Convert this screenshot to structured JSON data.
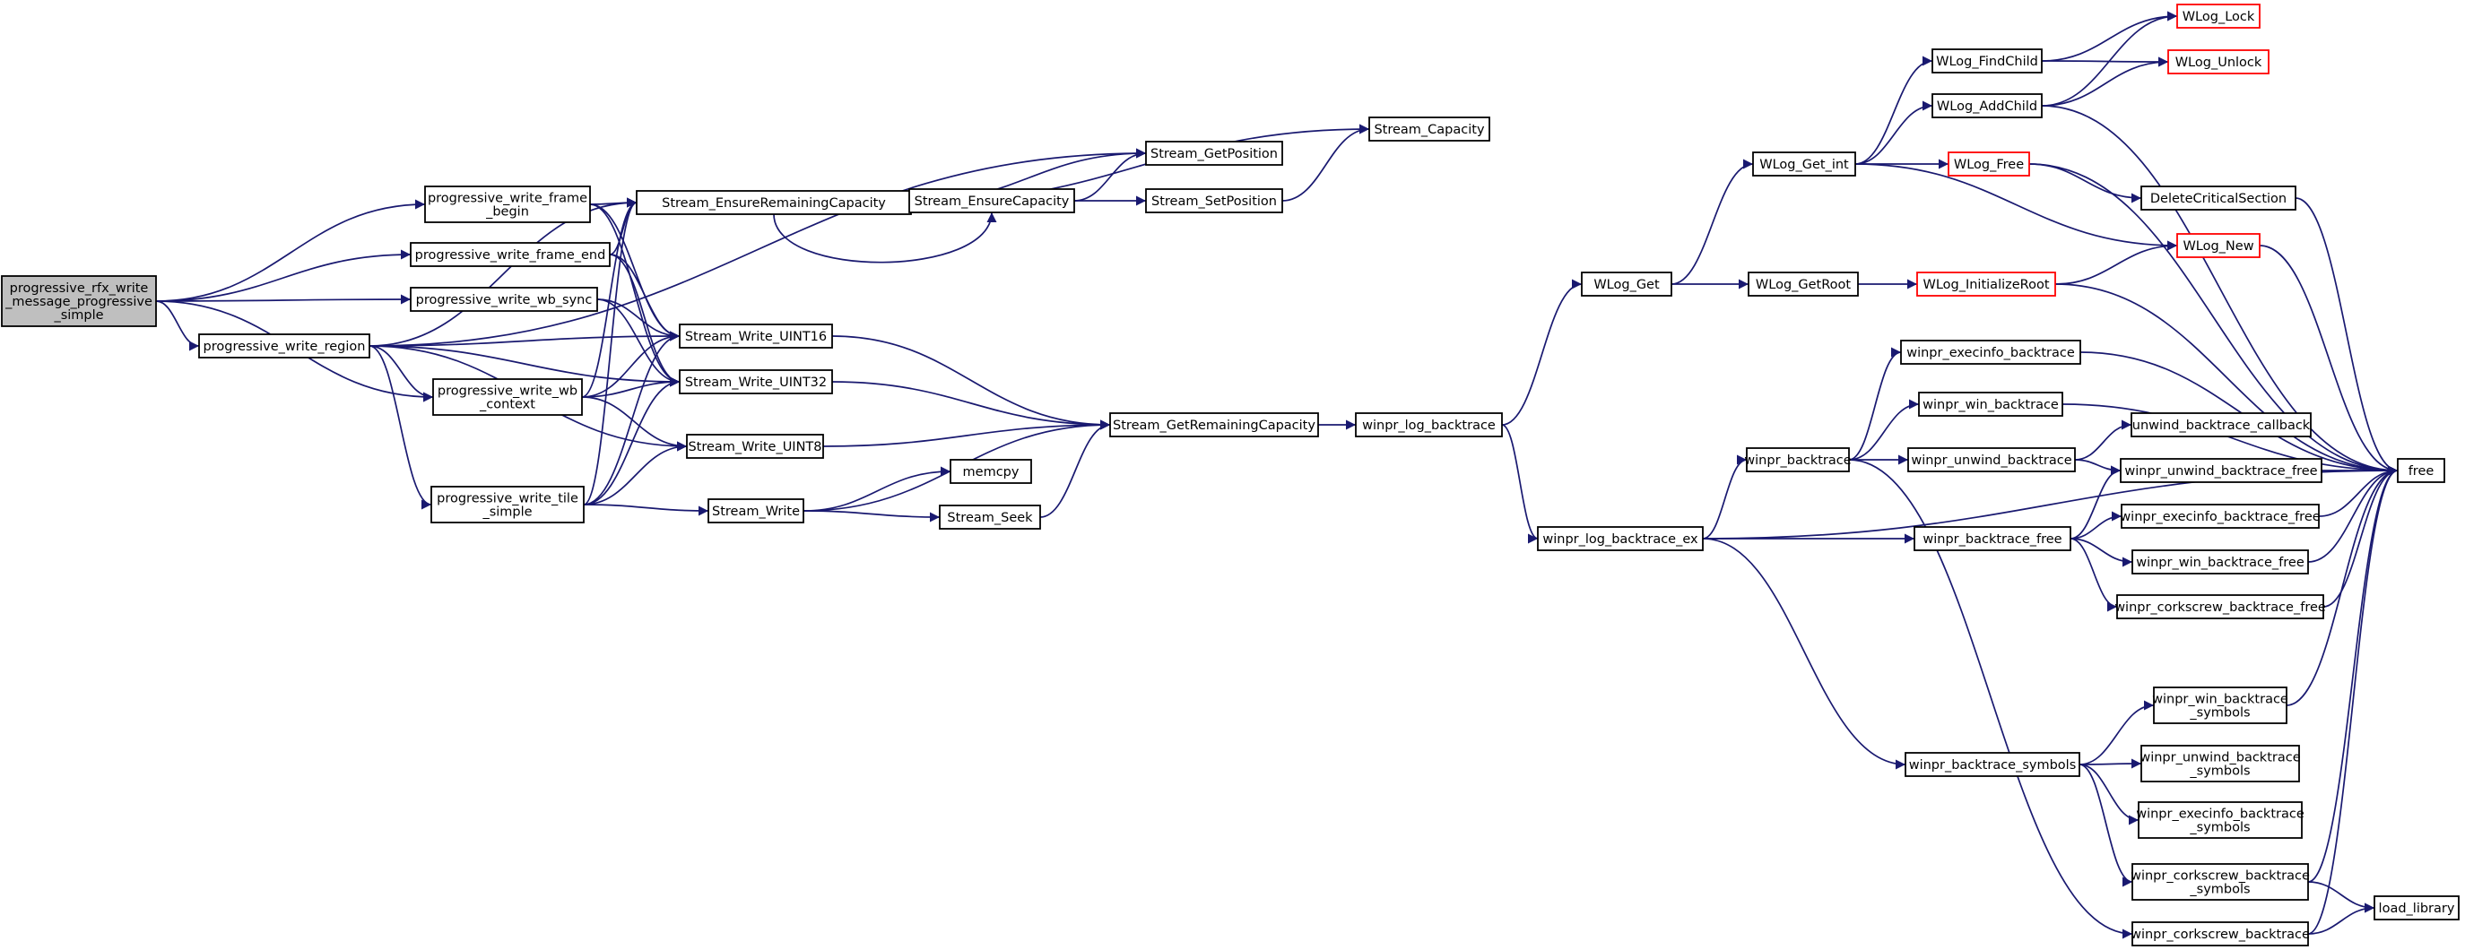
{
  "diagram": {
    "edge_color": "#191970",
    "root_fill": "#bfbfbf",
    "truncated_border_color": "#ff0000",
    "nodes": [
      {
        "id": "root",
        "lines": [
          "progressive_rfx_write",
          "_message_progressive",
          "_simple"
        ],
        "root": true
      },
      {
        "id": "pwr",
        "lines": [
          "progressive_write_region"
        ]
      },
      {
        "id": "pwfb",
        "lines": [
          "progressive_write_frame",
          "_begin"
        ]
      },
      {
        "id": "pwfe",
        "lines": [
          "progressive_write_frame_end"
        ]
      },
      {
        "id": "pwws",
        "lines": [
          "progressive_write_wb_sync"
        ]
      },
      {
        "id": "pwwc",
        "lines": [
          "progressive_write_wb",
          "_context"
        ]
      },
      {
        "id": "pwts",
        "lines": [
          "progressive_write_tile",
          "_simple"
        ]
      },
      {
        "id": "sERC",
        "lines": [
          "Stream_EnsureRemainingCapacity"
        ]
      },
      {
        "id": "sEC",
        "lines": [
          "Stream_EnsureCapacity"
        ]
      },
      {
        "id": "sGP",
        "lines": [
          "Stream_GetPosition"
        ]
      },
      {
        "id": "sSP",
        "lines": [
          "Stream_SetPosition"
        ]
      },
      {
        "id": "sCap",
        "lines": [
          "Stream_Capacity"
        ]
      },
      {
        "id": "sW16",
        "lines": [
          "Stream_Write_UINT16"
        ]
      },
      {
        "id": "sW32",
        "lines": [
          "Stream_Write_UINT32"
        ]
      },
      {
        "id": "sW8",
        "lines": [
          "Stream_Write_UINT8"
        ]
      },
      {
        "id": "sW",
        "lines": [
          "Stream_Write"
        ]
      },
      {
        "id": "memcpy",
        "lines": [
          "memcpy"
        ]
      },
      {
        "id": "sSeek",
        "lines": [
          "Stream_Seek"
        ]
      },
      {
        "id": "sGRC",
        "lines": [
          "Stream_GetRemainingCapacity"
        ]
      },
      {
        "id": "wlb",
        "lines": [
          "winpr_log_backtrace"
        ]
      },
      {
        "id": "wlbex",
        "lines": [
          "winpr_log_backtrace_ex"
        ]
      },
      {
        "id": "WLGet",
        "lines": [
          "WLog_Get"
        ]
      },
      {
        "id": "WLGetRoot",
        "lines": [
          "WLog_GetRoot"
        ]
      },
      {
        "id": "WLGetInt",
        "lines": [
          "WLog_Get_int"
        ]
      },
      {
        "id": "WLFind",
        "lines": [
          "WLog_FindChild"
        ]
      },
      {
        "id": "WLAdd",
        "lines": [
          "WLog_AddChild"
        ]
      },
      {
        "id": "WLFree",
        "lines": [
          "WLog_Free"
        ],
        "truncated": true
      },
      {
        "id": "WLInit",
        "lines": [
          "WLog_InitializeRoot"
        ],
        "truncated": true
      },
      {
        "id": "WLLock",
        "lines": [
          "WLog_Lock"
        ],
        "truncated": true
      },
      {
        "id": "WLUnlock",
        "lines": [
          "WLog_Unlock"
        ],
        "truncated": true
      },
      {
        "id": "WLNew",
        "lines": [
          "WLog_New"
        ],
        "truncated": true
      },
      {
        "id": "DelCS",
        "lines": [
          "DeleteCriticalSection"
        ]
      },
      {
        "id": "wbt",
        "lines": [
          "winpr_backtrace"
        ]
      },
      {
        "id": "wexbt",
        "lines": [
          "winpr_execinfo_backtrace"
        ]
      },
      {
        "id": "wwinbt",
        "lines": [
          "winpr_win_backtrace"
        ]
      },
      {
        "id": "wunbt",
        "lines": [
          "winpr_unwind_backtrace"
        ]
      },
      {
        "id": "unwcb",
        "lines": [
          "unwind_backtrace_callback"
        ]
      },
      {
        "id": "wunfree",
        "lines": [
          "winpr_unwind_backtrace_free"
        ]
      },
      {
        "id": "wbtfree",
        "lines": [
          "winpr_backtrace_free"
        ]
      },
      {
        "id": "wexfree",
        "lines": [
          "winpr_execinfo_backtrace_free"
        ]
      },
      {
        "id": "wwinfree",
        "lines": [
          "winpr_win_backtrace_free"
        ]
      },
      {
        "id": "wcsfree",
        "lines": [
          "winpr_corkscrew_backtrace_free"
        ]
      },
      {
        "id": "wbtsym",
        "lines": [
          "winpr_backtrace_symbols"
        ]
      },
      {
        "id": "wwinsym",
        "lines": [
          "winpr_win_backtrace",
          "_symbols"
        ]
      },
      {
        "id": "wunsym",
        "lines": [
          "winpr_unwind_backtrace",
          "_symbols"
        ]
      },
      {
        "id": "wexsym",
        "lines": [
          "winpr_execinfo_backtrace",
          "_symbols"
        ]
      },
      {
        "id": "wcssym",
        "lines": [
          "winpr_corkscrew_backtrace",
          "_symbols"
        ]
      },
      {
        "id": "wcsbt",
        "lines": [
          "winpr_corkscrew_backtrace"
        ]
      },
      {
        "id": "free",
        "lines": [
          "free"
        ]
      },
      {
        "id": "loadlib",
        "lines": [
          "load_library"
        ]
      }
    ],
    "edges": [
      [
        "root",
        "pwr"
      ],
      [
        "root",
        "pwfb"
      ],
      [
        "root",
        "pwfe"
      ],
      [
        "root",
        "pwws"
      ],
      [
        "root",
        "pwwc"
      ],
      [
        "pwr",
        "sGP"
      ],
      [
        "pwr",
        "sERC"
      ],
      [
        "pwr",
        "sW16"
      ],
      [
        "pwr",
        "sW32"
      ],
      [
        "pwr",
        "sW8"
      ],
      [
        "pwr",
        "pwwc"
      ],
      [
        "pwr",
        "pwts"
      ],
      [
        "pwfb",
        "sERC"
      ],
      [
        "pwfb",
        "sW16"
      ],
      [
        "pwfb",
        "sW32"
      ],
      [
        "pwfe",
        "sERC"
      ],
      [
        "pwfe",
        "sW16"
      ],
      [
        "pwfe",
        "sW32"
      ],
      [
        "pwws",
        "sW16"
      ],
      [
        "pwws",
        "sW32"
      ],
      [
        "pwwc",
        "sERC"
      ],
      [
        "pwwc",
        "sW16"
      ],
      [
        "pwwc",
        "sW32"
      ],
      [
        "pwwc",
        "sW8"
      ],
      [
        "pwts",
        "sERC"
      ],
      [
        "pwts",
        "sW16"
      ],
      [
        "pwts",
        "sW32"
      ],
      [
        "pwts",
        "sW8"
      ],
      [
        "pwts",
        "sW"
      ],
      [
        "sERC",
        "sCap"
      ],
      [
        "sERC",
        "sGP"
      ],
      [
        "sERC",
        "sEC"
      ],
      [
        "sEC",
        "sGP"
      ],
      [
        "sEC",
        "sSP"
      ],
      [
        "sSP",
        "sCap"
      ],
      [
        "sW16",
        "sGRC"
      ],
      [
        "sW32",
        "sGRC"
      ],
      [
        "sW8",
        "sGRC"
      ],
      [
        "sW",
        "memcpy"
      ],
      [
        "sW",
        "sSeek"
      ],
      [
        "sW",
        "sGRC"
      ],
      [
        "sSeek",
        "sGRC"
      ],
      [
        "sGRC",
        "wlb"
      ],
      [
        "wlb",
        "WLGet"
      ],
      [
        "wlb",
        "wlbex"
      ],
      [
        "WLGet",
        "WLGetInt"
      ],
      [
        "WLGet",
        "WLGetRoot"
      ],
      [
        "WLGetInt",
        "WLFind"
      ],
      [
        "WLGetInt",
        "WLAdd"
      ],
      [
        "WLGetInt",
        "WLFree"
      ],
      [
        "WLGetInt",
        "WLNew"
      ],
      [
        "WLFind",
        "WLLock"
      ],
      [
        "WLFind",
        "WLUnlock"
      ],
      [
        "WLAdd",
        "WLLock"
      ],
      [
        "WLAdd",
        "WLUnlock"
      ],
      [
        "WLAdd",
        "free"
      ],
      [
        "WLFree",
        "DelCS"
      ],
      [
        "WLFree",
        "free"
      ],
      [
        "DelCS",
        "free"
      ],
      [
        "WLGetRoot",
        "WLInit"
      ],
      [
        "WLInit",
        "WLNew"
      ],
      [
        "WLInit",
        "free"
      ],
      [
        "WLNew",
        "free"
      ],
      [
        "wlbex",
        "wbt"
      ],
      [
        "wlbex",
        "wbtfree"
      ],
      [
        "wlbex",
        "wbtsym"
      ],
      [
        "wlbex",
        "free"
      ],
      [
        "wbt",
        "wexbt"
      ],
      [
        "wbt",
        "wwinbt"
      ],
      [
        "wbt",
        "wunbt"
      ],
      [
        "wbt",
        "wcsbt"
      ],
      [
        "wexbt",
        "free"
      ],
      [
        "wwinbt",
        "free"
      ],
      [
        "wunbt",
        "unwcb"
      ],
      [
        "wunbt",
        "wunfree"
      ],
      [
        "wunfree",
        "free"
      ],
      [
        "wbtfree",
        "wunfree"
      ],
      [
        "wbtfree",
        "wexfree"
      ],
      [
        "wbtfree",
        "wwinfree"
      ],
      [
        "wbtfree",
        "wcsfree"
      ],
      [
        "wexfree",
        "free"
      ],
      [
        "wwinfree",
        "free"
      ],
      [
        "wcsfree",
        "free"
      ],
      [
        "wbtsym",
        "wwinsym"
      ],
      [
        "wbtsym",
        "wunsym"
      ],
      [
        "wbtsym",
        "wexsym"
      ],
      [
        "wbtsym",
        "wcssym"
      ],
      [
        "wwinsym",
        "free"
      ],
      [
        "wcssym",
        "free"
      ],
      [
        "wcssym",
        "loadlib"
      ],
      [
        "wcsbt",
        "free"
      ],
      [
        "wcsbt",
        "loadlib"
      ]
    ]
  }
}
